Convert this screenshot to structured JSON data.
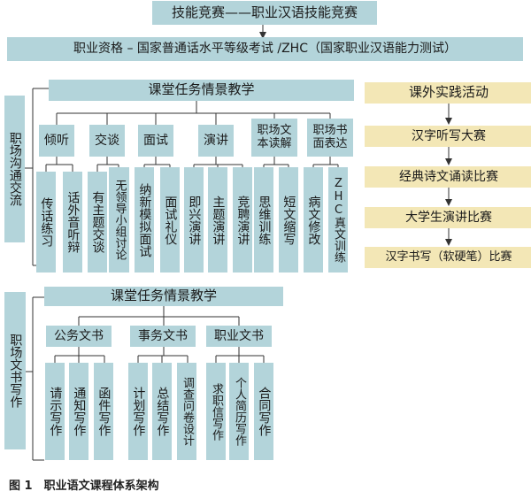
{
  "top_title": "技能竞赛——职业汉语技能竞赛",
  "qualification": "职业资格 – 国家普通话水平等级考试 /ZHC（国家职业汉语能力测试）",
  "section1": {
    "side_label": "职场沟通交流",
    "header": "课堂任务情景教学",
    "groups": [
      {
        "label": "倾听",
        "items": [
          "传话练习",
          "话外音听辩"
        ]
      },
      {
        "label": "交谈",
        "items": [
          "有主题交谈",
          "无领导小组讨论"
        ]
      },
      {
        "label": "面试",
        "items": [
          "纳新模拟面试",
          "面试礼仪"
        ]
      },
      {
        "label": "演讲",
        "items": [
          "即兴演讲",
          "主题演讲",
          "竞聘演讲"
        ]
      },
      {
        "label": "职场文本读解",
        "items": [
          "思维训练",
          "短文缩写"
        ]
      },
      {
        "label": "职场书面表达",
        "items": [
          "病文修改",
          "ZHC真文训练"
        ]
      }
    ]
  },
  "extracurricular": {
    "header": "课外实践活动",
    "items": [
      "汉字听写大赛",
      "经典诗文诵读比赛",
      "大学生演讲比赛",
      "汉字书写（软硬笔）比赛"
    ]
  },
  "section2": {
    "side_label": "职场文书写作",
    "header": "课堂任务情景教学",
    "groups": [
      {
        "label": "公务文书",
        "items": [
          "请示写作",
          "通知写作",
          "函件写作"
        ]
      },
      {
        "label": "事务文书",
        "items": [
          "计划写作",
          "总结写作",
          "调查问卷设计"
        ]
      },
      {
        "label": "职业文书",
        "items": [
          "求职信写作",
          "个人简历写作",
          "合同写作"
        ]
      }
    ]
  },
  "caption": "图 1　职业语文课程体系架构",
  "colors": {
    "teal": "#b3d4da",
    "beige": "#f3e7b6",
    "line": "#333333"
  }
}
